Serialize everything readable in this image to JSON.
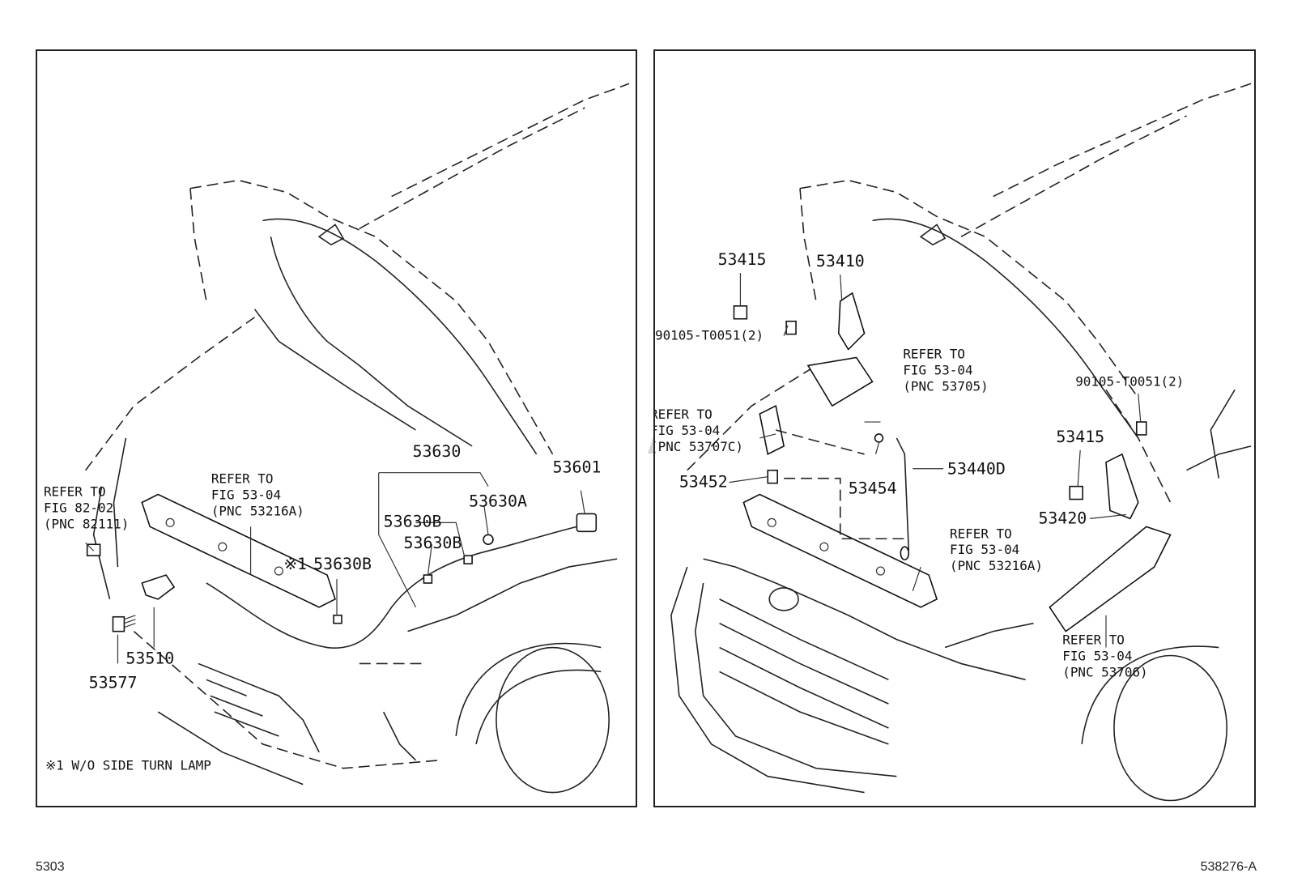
{
  "left_panel": {
    "labels": {
      "p53630": "53630",
      "p53601": "53601",
      "p53630A": "53630A",
      "p53630B_a": "53630B",
      "p53630B_b": "53630B",
      "p53630B_c": "53630B",
      "p53510": "53510",
      "p53577": "53577",
      "mark1": "※1"
    },
    "refs": {
      "ref82": [
        "REFER TO",
        "FIG 82-02",
        "(PNC 82111)"
      ],
      "ref53216": [
        "REFER TO",
        "FIG 53-04",
        "(PNC 53216A)"
      ]
    },
    "note": "※1 W/O SIDE TURN LAMP"
  },
  "right_panel": {
    "labels": {
      "p53415_a": "53415",
      "p53410": "53410",
      "p90105_a": "90105-T0051(2)",
      "p90105_b": "90105-T0051(2)",
      "p53415_b": "53415",
      "p53420": "53420",
      "p53452": "53452",
      "p53454": "53454",
      "p53440D": "53440D"
    },
    "refs": {
      "ref53705": [
        "REFER TO",
        "FIG 53-04",
        "(PNC 53705)"
      ],
      "ref53707C": [
        "REFER TO",
        "FIG 53-04",
        "(PNC 53707C)"
      ],
      "ref53216A": [
        "REFER TO",
        "FIG 53-04",
        "(PNC 53216A)"
      ],
      "ref53706": [
        "REFER TO",
        "FIG 53-04",
        "(PNC 53706)"
      ]
    }
  },
  "footer": {
    "figure_no": "5303",
    "drawing_id": "538276-A"
  },
  "colors": {
    "watermark": "#c8c8c8",
    "line": "#222222"
  }
}
